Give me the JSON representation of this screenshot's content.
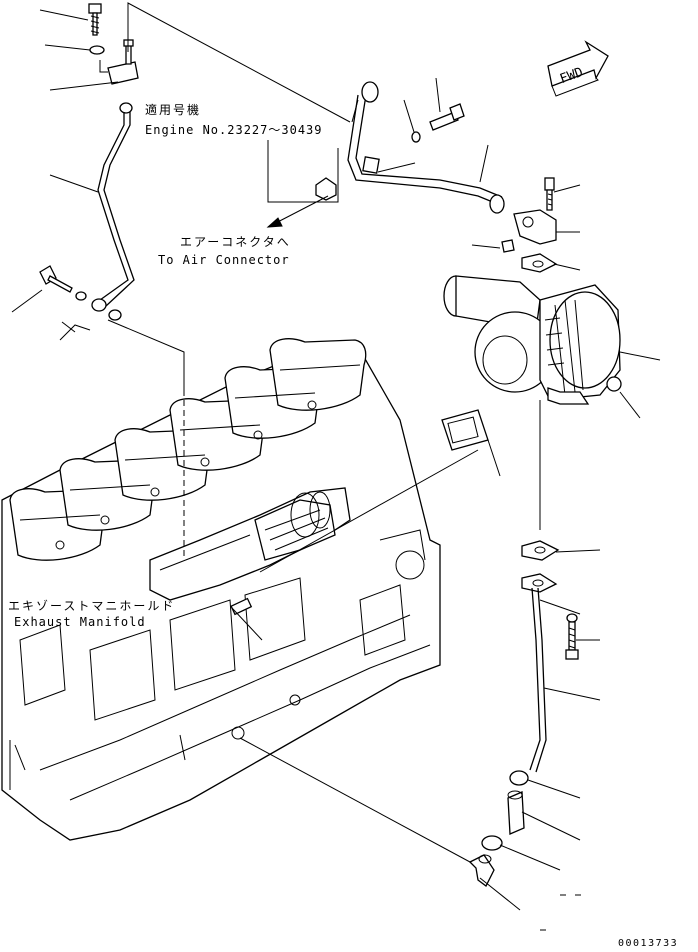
{
  "applicability": {
    "jp": "適用号機",
    "serial": "Engine No.23227～30439"
  },
  "air_connector": {
    "jp": "エアーコネクタへ",
    "en": "To Air Connector"
  },
  "exhaust_manifold": {
    "jp": "エキゾーストマニホールド",
    "en": "Exhaust Manifold"
  },
  "fwd_label": "FWD",
  "drawing_code": "00013733",
  "icons": [
    "fwd-arrow-icon"
  ]
}
